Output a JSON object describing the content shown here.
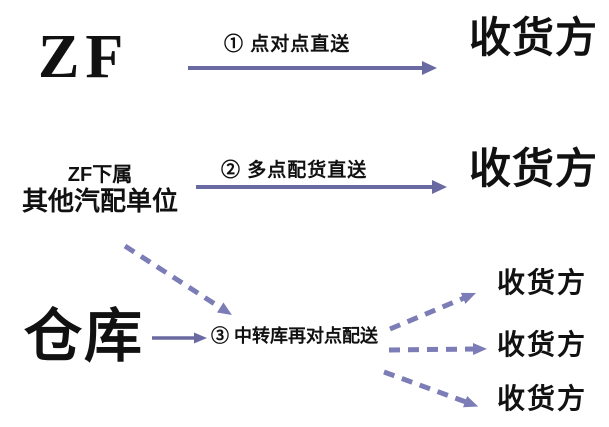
{
  "nodes": {
    "zf": {
      "label": "ZF"
    },
    "zf_subsidiary": {
      "line1": "ZF下属",
      "line2": "其他汽配单位"
    },
    "warehouse": {
      "label": "仓库"
    }
  },
  "flows": {
    "flow1": {
      "label": "① 点对点直送",
      "from": "ZF",
      "to": "收货方",
      "style": "solid-arrow"
    },
    "flow2": {
      "label": "② 多点配货直送",
      "from": "ZF下属其他汽配单位",
      "to": "收货方",
      "style": "solid-arrow"
    },
    "flow3": {
      "label": "③ 中转库再对点配送",
      "from": "仓库 / ZF下属其他汽配单位",
      "to": "收货方 ×3",
      "style": "dashed-arrow"
    }
  },
  "consignees": {
    "flow1_target": "收货方",
    "flow2_target": "收货方",
    "flow3_targets": [
      "收货方",
      "收货方",
      "收货方"
    ]
  },
  "colors": {
    "solid_arrow": "#6a6aa3",
    "dashed_arrow": "#7c7cb6",
    "text": "#111111",
    "background": "#ffffff"
  }
}
